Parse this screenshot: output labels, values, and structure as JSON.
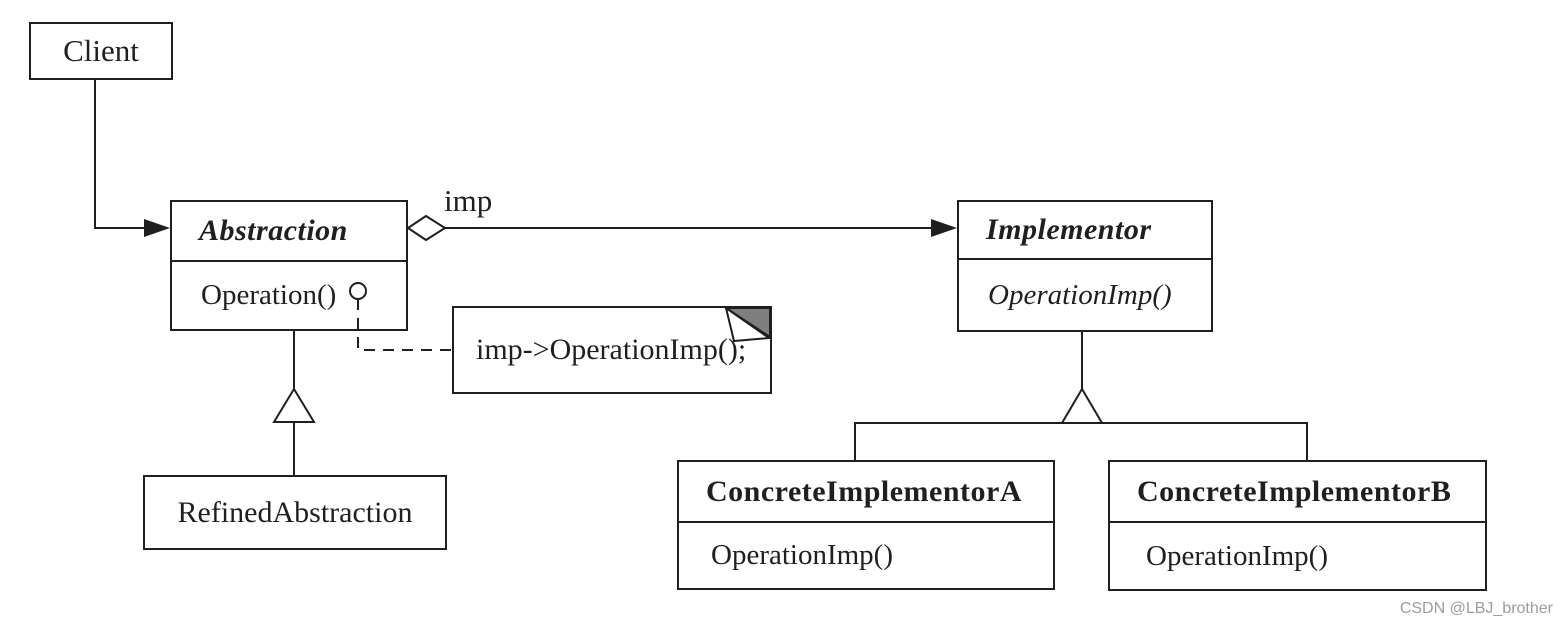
{
  "diagram": {
    "client": {
      "name": "Client"
    },
    "abstraction": {
      "name": "Abstraction",
      "methods": [
        "Operation()"
      ]
    },
    "refined_abstraction": {
      "name": "RefinedAbstraction"
    },
    "implementor": {
      "name": "Implementor",
      "methods": [
        "OperationImp()"
      ]
    },
    "concrete_implementor_a": {
      "name": "ConcreteImplementorA",
      "methods": [
        "OperationImp()"
      ]
    },
    "concrete_implementor_b": {
      "name": "ConcreteImplementorB",
      "methods": [
        "OperationImp()"
      ]
    },
    "aggregation_label": "imp",
    "note_text": "imp->OperationImp();"
  },
  "watermark": "CSDN @LBJ_brother",
  "colors": {
    "line": "#1f1f1f",
    "box_fill": "#ffffff",
    "note_fold_gray": "#7f7f7f",
    "watermark_gray": "#9c9c9c",
    "background": "#ffffff"
  }
}
